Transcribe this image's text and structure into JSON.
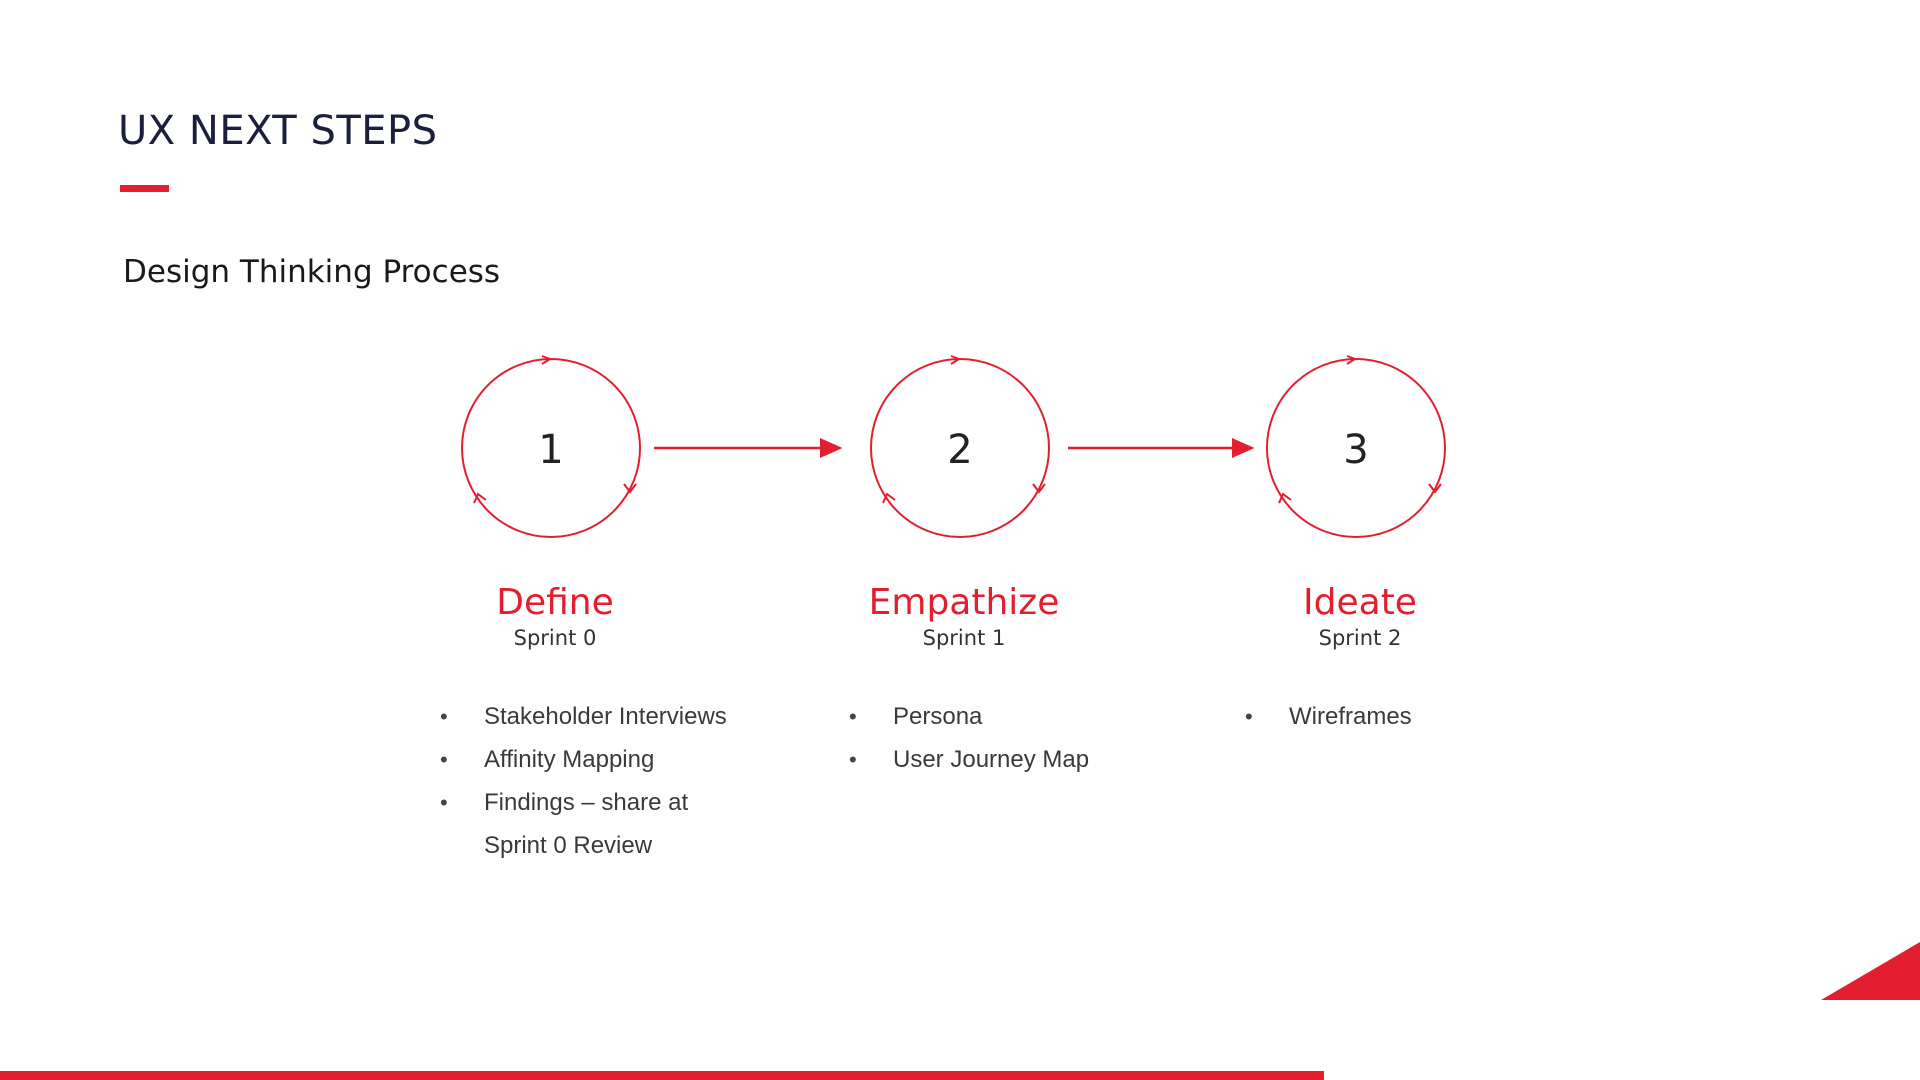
{
  "slide": {
    "title": "UX NEXT STEPS",
    "subtitle": "Design Thinking Process"
  },
  "steps": [
    {
      "number": "1",
      "name": "Define",
      "sprint": "Sprint 0",
      "items": [
        "Stakeholder Interviews",
        "Affinity Mapping",
        "Findings – share at Sprint 0 Review"
      ]
    },
    {
      "number": "2",
      "name": "Empathize",
      "sprint": "Sprint 1",
      "items": [
        "Persona",
        "User Journey Map"
      ]
    },
    {
      "number": "3",
      "name": "Ideate",
      "sprint": "Sprint 2",
      "items": [
        "Wireframes"
      ]
    }
  ],
  "colors": {
    "accent": "#e31e2f",
    "title": "#1b1f3b"
  }
}
